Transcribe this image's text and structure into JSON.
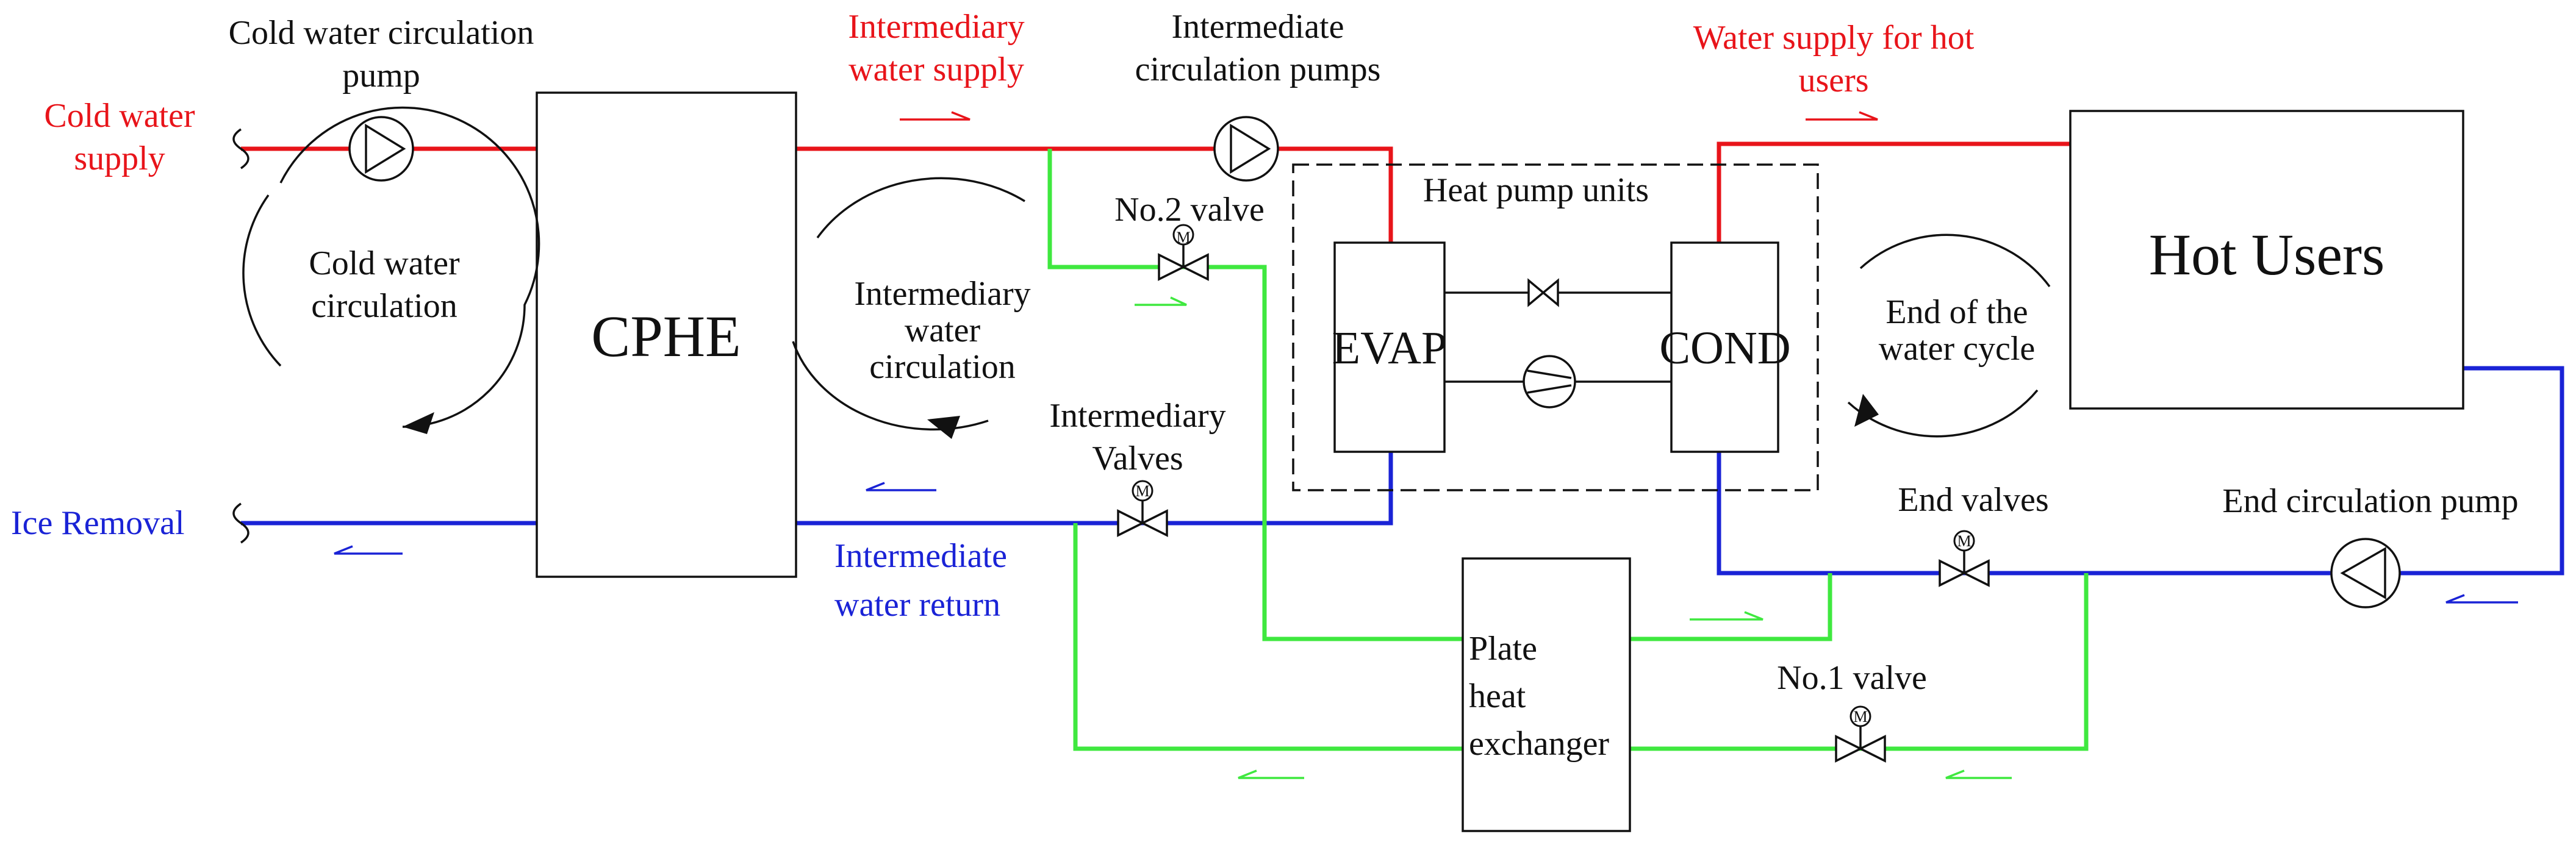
{
  "labels": {
    "cold_pump": [
      "Cold water circulation",
      "pump"
    ],
    "cold_supply": [
      "Cold water",
      "supply"
    ],
    "ice_removal": "Ice Removal",
    "cold_circ": [
      "Cold water",
      "circulation"
    ],
    "cphe": "CPHE",
    "inter_supply": [
      "Intermediary",
      "water supply"
    ],
    "inter_pumps": [
      "Intermediate",
      "circulation pumps"
    ],
    "inter_circ": [
      "Intermediary",
      "water",
      "circulation"
    ],
    "no2_valve": "No.2 valve",
    "inter_valves": [
      "Intermediary",
      "Valves"
    ],
    "inter_return": [
      "Intermediate",
      "water return"
    ],
    "heat_pump_units": "Heat pump units",
    "evap": "EVAP",
    "cond": "COND",
    "hot_supply": [
      "Water supply for hot",
      "users"
    ],
    "hot_users": "Hot Users",
    "end_cycle": [
      "End of the",
      "water cycle"
    ],
    "end_valves": "End valves",
    "end_pump": "End circulation pump",
    "plate_hx": [
      "Plate",
      "heat",
      "exchanger"
    ],
    "no1_valve": "No.1 valve",
    "motor_mark": "M"
  },
  "colors": {
    "supply_red": "#e8141a",
    "return_blue": "#1a23d6",
    "bypass_green": "#3fe83f",
    "line_black": "#111111"
  }
}
